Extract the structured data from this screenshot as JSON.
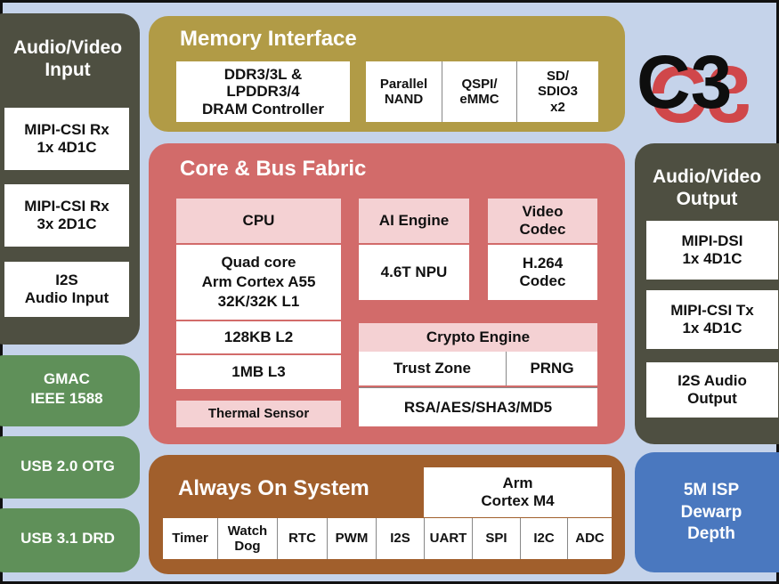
{
  "colors": {
    "background": "#c5d3ea",
    "memory_panel": "#b19b46",
    "core_panel": "#d26b6a",
    "always_on_panel": "#a15f2c",
    "av_panel": "#4e4f41",
    "gmac_usb_panel": "#5f9059",
    "isp_panel": "#4a78bf",
    "pink_header": "#f4d1d3",
    "logo_red": "#d0474a"
  },
  "logo": {
    "text": "C3"
  },
  "av_input": {
    "title": "Audio/Video\nInput",
    "items": [
      "MIPI-CSI Rx\n1x 4D1C",
      "MIPI-CSI Rx\n3x 2D1C",
      "I2S\nAudio Input"
    ]
  },
  "gmac": {
    "label": "GMAC\nIEEE 1588"
  },
  "usb2": {
    "label": "USB 2.0 OTG"
  },
  "usb3": {
    "label": "USB 3.1 DRD"
  },
  "memory": {
    "title": "Memory Interface",
    "dram": "DDR3/3L &\nLPDDR3/4\nDRAM Controller",
    "nand": "Parallel\nNAND",
    "qspi": "QSPI/\neMMC",
    "sd": "SD/\nSDIO3\nx2"
  },
  "core": {
    "title": "Core & Bus Fabric",
    "cpu_header": "CPU",
    "cpu_body": "Quad core\nArm Cortex A55\n32K/32K L1",
    "l2": "128KB L2",
    "l3": "1MB L3",
    "thermal": "Thermal Sensor",
    "ai_header": "AI Engine",
    "ai_body": "4.6T NPU",
    "video_header": "Video\nCodec",
    "video_body": "H.264\nCodec",
    "crypto_header": "Crypto Engine",
    "trust": "Trust Zone",
    "prng": "PRNG",
    "rsa": "RSA/AES/SHA3/MD5"
  },
  "av_output": {
    "title": "Audio/Video\nOutput",
    "items": [
      "MIPI-DSI\n1x 4D1C",
      "MIPI-CSI Tx\n1x 4D1C",
      "I2S Audio\nOutput"
    ]
  },
  "always_on": {
    "title": "Always On System",
    "m4": "Arm\nCortex M4",
    "peripherals": [
      "Timer",
      "Watch\nDog",
      "RTC",
      "PWM",
      "I2S",
      "UART",
      "SPI",
      "I2C",
      "ADC"
    ]
  },
  "isp": {
    "label": "5M ISP\nDewarp\nDepth"
  }
}
